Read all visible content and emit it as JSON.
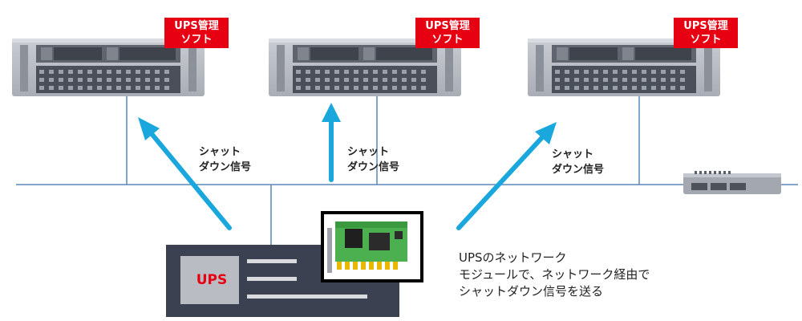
{
  "servers": [
    {
      "badge_line1": "UPS管理",
      "badge_line2": "ソフト"
    },
    {
      "badge_line1": "UPS管理",
      "badge_line2": "ソフト"
    },
    {
      "badge_line1": "UPS管理",
      "badge_line2": "ソフト"
    }
  ],
  "signals": [
    {
      "line1": "シャット",
      "line2": "ダウン信号"
    },
    {
      "line1": "シャット",
      "line2": "ダウン信号"
    },
    {
      "line1": "シャット",
      "line2": "ダウン信号"
    }
  ],
  "ups": {
    "label": "UPS"
  },
  "description": {
    "line1": "UPSのネットワーク",
    "line2": "モジュールで、ネットワーク経由で",
    "line3": "シャットダウン信号を送る"
  },
  "colors": {
    "badge": "#e60012",
    "arrow": "#1aa7de",
    "network_line": "#5b86b8",
    "ups_body": "#3b4150",
    "module_board": "#4caf50"
  },
  "icons": {
    "server": "rack-server-icon",
    "network_switch": "network-switch-icon",
    "module": "network-card-icon"
  }
}
